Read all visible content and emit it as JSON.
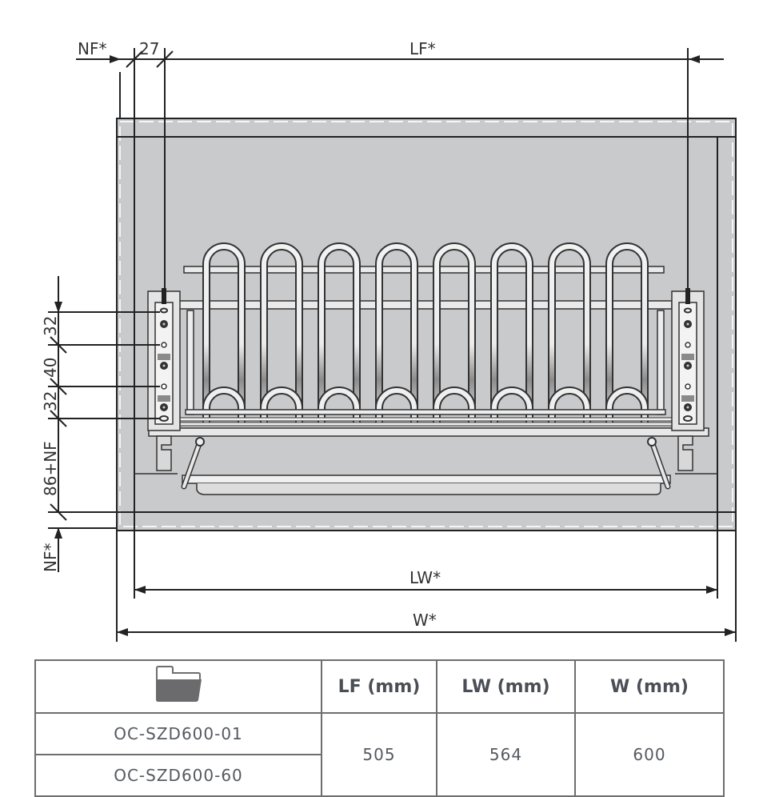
{
  "drawing": {
    "labels": {
      "nf_top": "NF*",
      "offset_27": "27",
      "lf": "LF*",
      "lw": "LW*",
      "w": "W*",
      "dim_32_a": "32",
      "dim_40": "40",
      "dim_32_b": "32",
      "dim_86nf": "86+NF",
      "nf_side": "NF*"
    },
    "colors": {
      "cabinet_fill": "#c9cacc",
      "line": "#222222",
      "rail_fill": "#e6e6e6",
      "accent_dark": "#8a8a8a"
    },
    "basket_loops": 8
  },
  "table": {
    "header": {
      "icon": "folder-icon",
      "columns": [
        "LF (mm)",
        "LW (mm)",
        "W (mm)"
      ]
    },
    "rows": [
      {
        "model": "OC-SZD600-01"
      },
      {
        "model": "OC-SZD600-60"
      }
    ],
    "shared_values": {
      "lf": "505",
      "lw": "564",
      "w": "600"
    }
  }
}
